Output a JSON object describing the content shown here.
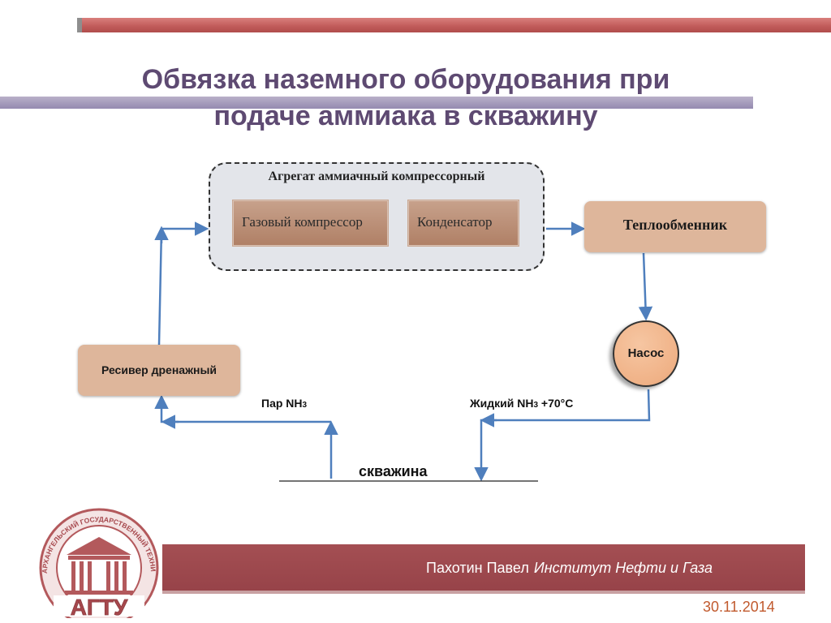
{
  "title": {
    "line1": "Обвязка наземного оборудования при",
    "line2": "подаче аммиака в скважину"
  },
  "diagram": {
    "aggregate_label": "Агрегат аммиачный компрессорный",
    "gas_compressor": "Газовый компрессор",
    "condenser": "Конденсатор",
    "heat_exchanger": "Теплообменник",
    "pump": "Насос",
    "receiver": "Ресивер дренажный",
    "vapor_label": "Пар NH",
    "vapor_sub": "3",
    "liquid_label": "Жидкий NH",
    "liquid_sub": "3",
    "liquid_temp": " +70°C",
    "well_label": "скважина",
    "line_color": "#4f7fbd"
  },
  "footer": {
    "author": "Пахотин Павел",
    "institute": "Институт Нефти и Газа",
    "date": "30.11.2014",
    "logo_text": "АГТУ",
    "logo_ring_text": "АРХАНГЕЛЬСКИЙ ГОСУДАРСТВЕННЫЙ ТЕХНИЧЕСКИЙ УНИВЕРСИТЕТ"
  }
}
